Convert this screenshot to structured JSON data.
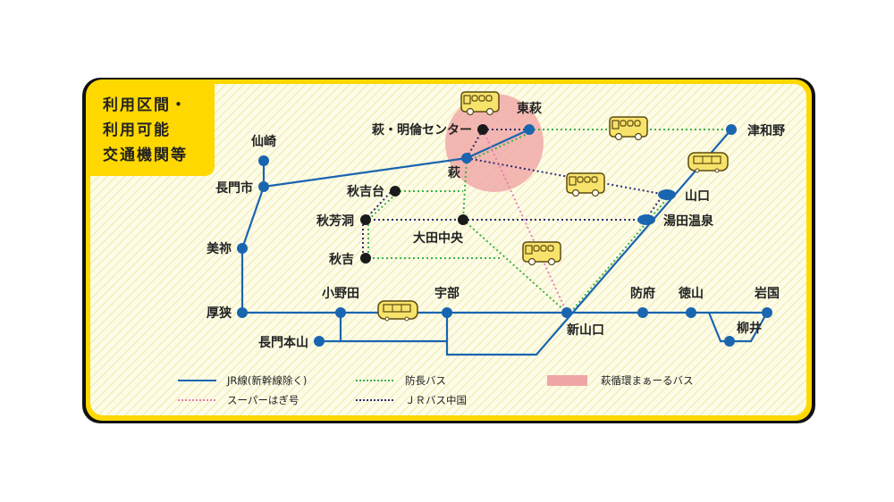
{
  "title": {
    "lines": [
      "利用区間・",
      "利用可能",
      "交通機関等"
    ]
  },
  "stations": {
    "senzaki": "仙崎",
    "nagatoshi": "長門市",
    "mine": "美祢",
    "asa": "厚狭",
    "onoda": "小野田",
    "nagatomotoyama": "長門本山",
    "ube": "宇部",
    "shinyamaguchi": "新山口",
    "hofu": "防府",
    "tokuyama": "徳山",
    "iwakuni": "岩国",
    "yanai": "柳井",
    "hagi": "萩",
    "higashihagi": "東萩",
    "meirin": "萩・明倫センター",
    "tsuwano": "津和野",
    "yamaguchi": "山口",
    "yudaonsen": "湯田温泉",
    "akiyoshidai": "秋吉台",
    "akiyoshido": "秋芳洞",
    "otachuo": "大田中央",
    "akiyoshi": "秋吉"
  },
  "legend": {
    "jr": "JR線(新幹線除く)",
    "bocho": "防長バス",
    "marl": "萩循環まぁーるバス",
    "superhagi": "スーパーはぎ号",
    "jrbus": "ＪＲバス中国"
  },
  "colors": {
    "jr": "#1a65b0",
    "bocho": "#3db04a",
    "jrbus": "#2b2e6e",
    "superhagi": "#e77fb0",
    "marl": "#f0a5a5",
    "frame": "#ffd800",
    "bg": "#fdfbe2"
  }
}
